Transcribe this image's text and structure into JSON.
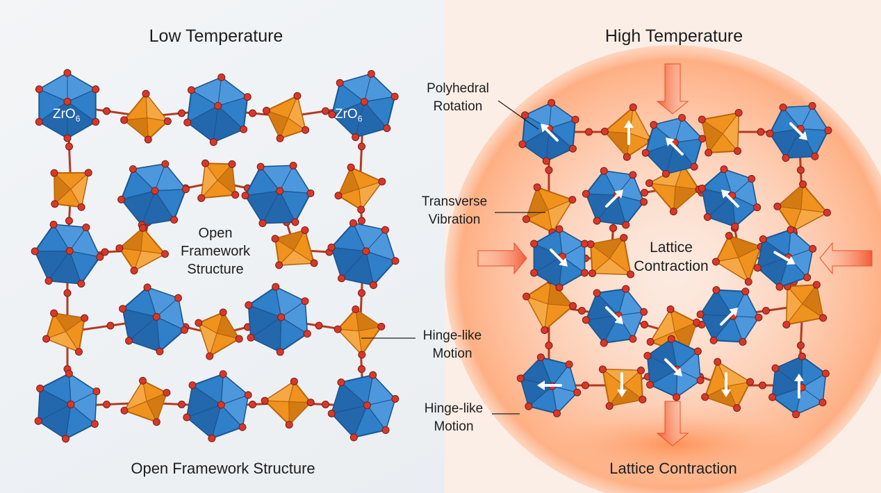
{
  "left": {
    "heading": "Low Temperature",
    "footer": "Open Framework Structure",
    "center_label": [
      "Open",
      "Framework",
      "Structure"
    ],
    "formula_main": "ZrO",
    "formula_sub": "6"
  },
  "right": {
    "heading": "High Temperature",
    "footer": "Lattice Contraction",
    "center_label": [
      "Lattice",
      "Contraction"
    ]
  },
  "callouts": {
    "polyhedral_rotation": [
      "Polyhedral",
      "Rotation"
    ],
    "transverse_vibration": [
      "Transverse",
      "Vibration"
    ],
    "hinge_like_motion_1": [
      "Hinge-like",
      "Motion"
    ],
    "hinge_like_motion_2": [
      "Hinge-like",
      "Motion"
    ]
  },
  "colors": {
    "octahedron_blue": "#2f7fc9",
    "octahedron_blue_dark": "#1b5690",
    "tetrahedron_orange": "#f0921e",
    "tetrahedron_orange_dark": "#b8640a",
    "oxygen_red": "#d8382a",
    "heat_glow": "#ff8a4a",
    "arrow_fill": "#f46a45"
  },
  "icons": [
    "zro6-octahedron-icon",
    "tetrahedron-icon",
    "oxygen-atom-icon",
    "rotation-arrow-icon",
    "compression-arrow-icon"
  ]
}
